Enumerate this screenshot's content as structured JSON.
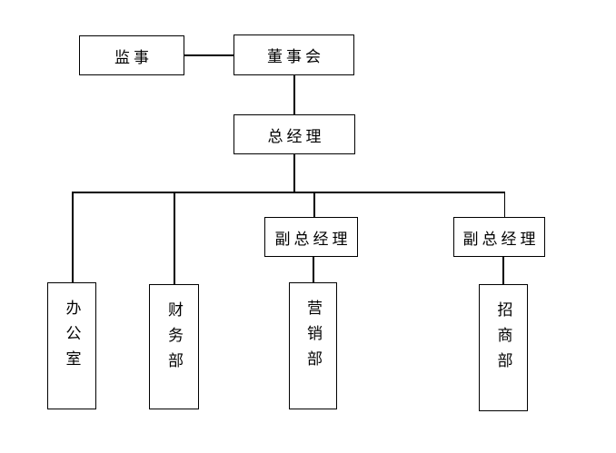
{
  "diagram": {
    "type": "org-chart",
    "background_color": "#ffffff",
    "line_color": "#000000",
    "text_color": "#000000",
    "nodes": [
      {
        "id": "supervisor",
        "label": "监事",
        "orientation": "horizontal"
      },
      {
        "id": "board",
        "label": "董事会",
        "orientation": "horizontal"
      },
      {
        "id": "general-manager",
        "label": "总经理",
        "orientation": "horizontal"
      },
      {
        "id": "deputy-gm-1",
        "label": "副总经理",
        "orientation": "horizontal"
      },
      {
        "id": "deputy-gm-2",
        "label": "副总经理",
        "orientation": "horizontal"
      },
      {
        "id": "office",
        "label": "办公室",
        "orientation": "vertical"
      },
      {
        "id": "finance-dept",
        "label": "财务部",
        "orientation": "vertical"
      },
      {
        "id": "marketing-dept",
        "label": "营销部",
        "orientation": "vertical"
      },
      {
        "id": "investment-dept",
        "label": "招商部",
        "orientation": "vertical"
      }
    ],
    "edges": [
      {
        "from": "supervisor",
        "to": "board"
      },
      {
        "from": "board",
        "to": "general-manager"
      },
      {
        "from": "general-manager",
        "to": "office"
      },
      {
        "from": "general-manager",
        "to": "finance-dept"
      },
      {
        "from": "general-manager",
        "to": "deputy-gm-1"
      },
      {
        "from": "general-manager",
        "to": "deputy-gm-2"
      },
      {
        "from": "deputy-gm-1",
        "to": "marketing-dept"
      },
      {
        "from": "deputy-gm-2",
        "to": "investment-dept"
      }
    ]
  }
}
